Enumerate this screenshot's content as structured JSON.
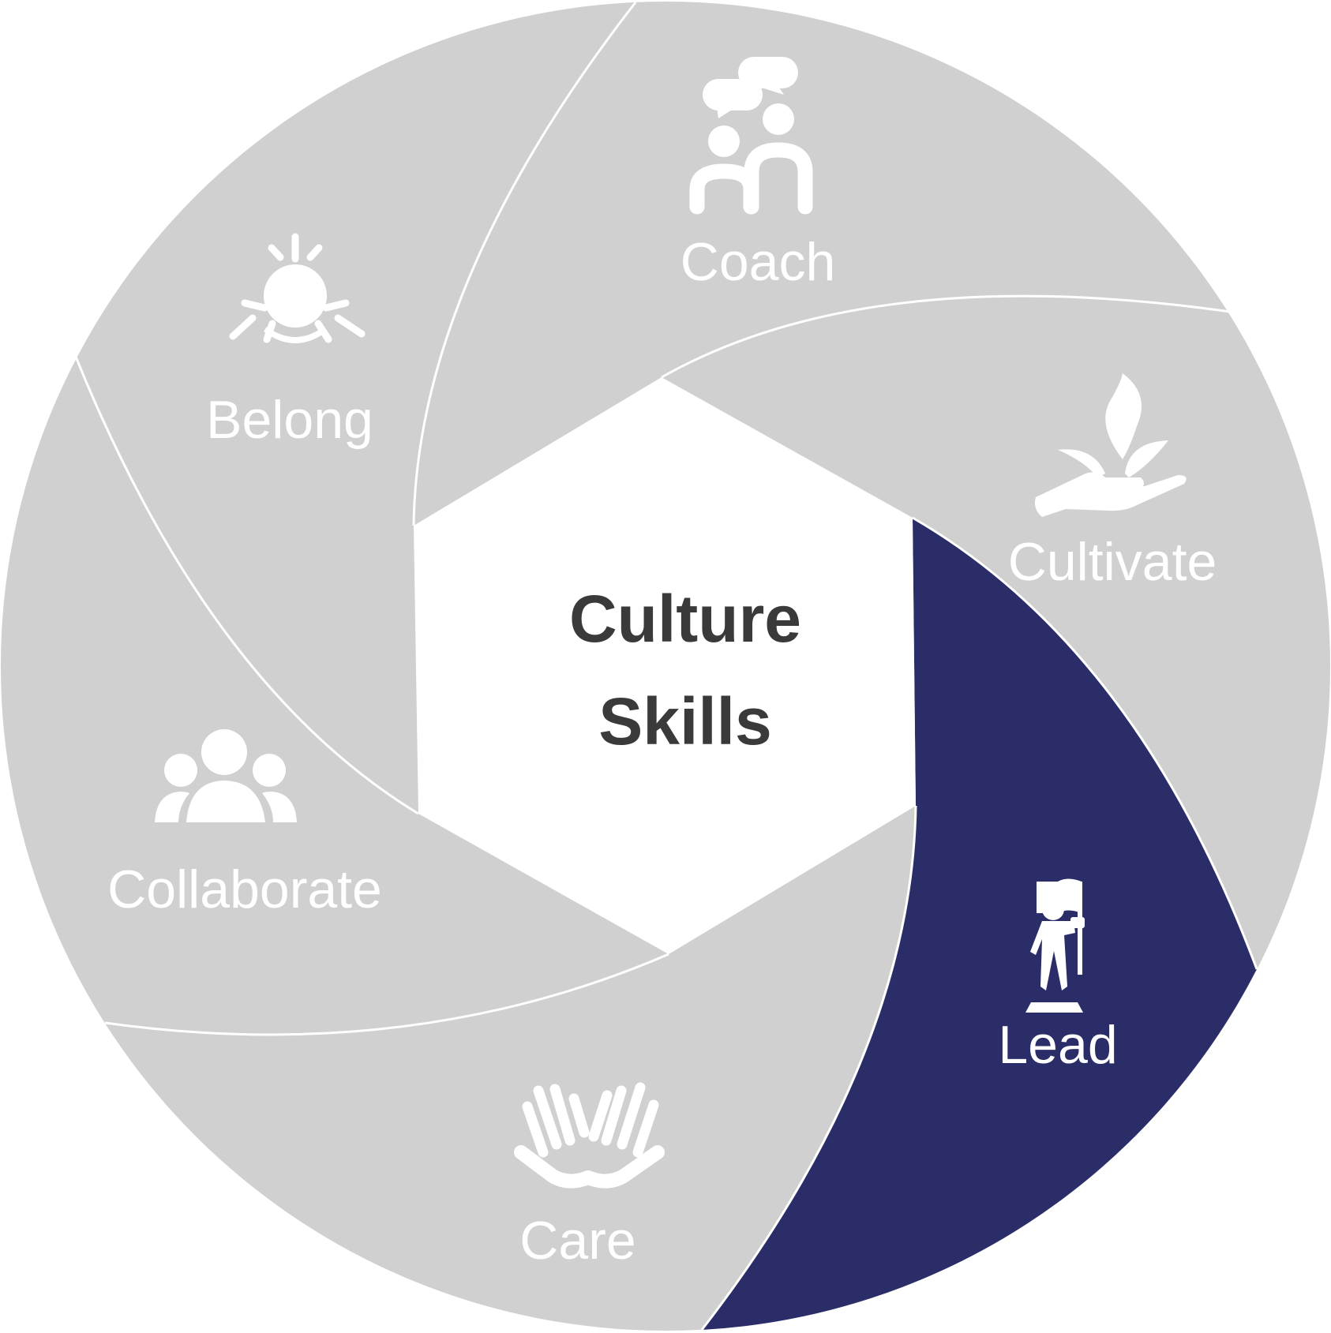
{
  "center": {
    "line1": "Culture",
    "line2": "Skills"
  },
  "segments": [
    {
      "id": "coach",
      "label": "Coach",
      "icon": "coaching-conversation-icon",
      "highlighted": false
    },
    {
      "id": "cultivate",
      "label": "Cultivate",
      "icon": "hand-with-plant-icon",
      "highlighted": false
    },
    {
      "id": "lead",
      "label": "Lead",
      "icon": "person-with-flag-icon",
      "highlighted": true
    },
    {
      "id": "care",
      "label": "Care",
      "icon": "hands-icon",
      "highlighted": false
    },
    {
      "id": "collaborate",
      "label": "Collaborate",
      "icon": "group-of-people-icon",
      "highlighted": false
    },
    {
      "id": "belong",
      "label": "Belong",
      "icon": "connected-person-icon",
      "highlighted": false
    }
  ],
  "colors": {
    "segment_default": "#d0d0d0",
    "segment_highlight": "#2b2d69",
    "divider": "#ffffff",
    "center_fill": "#ffffff",
    "center_text": "#3a3a3a",
    "label_text": "#ffffff"
  }
}
